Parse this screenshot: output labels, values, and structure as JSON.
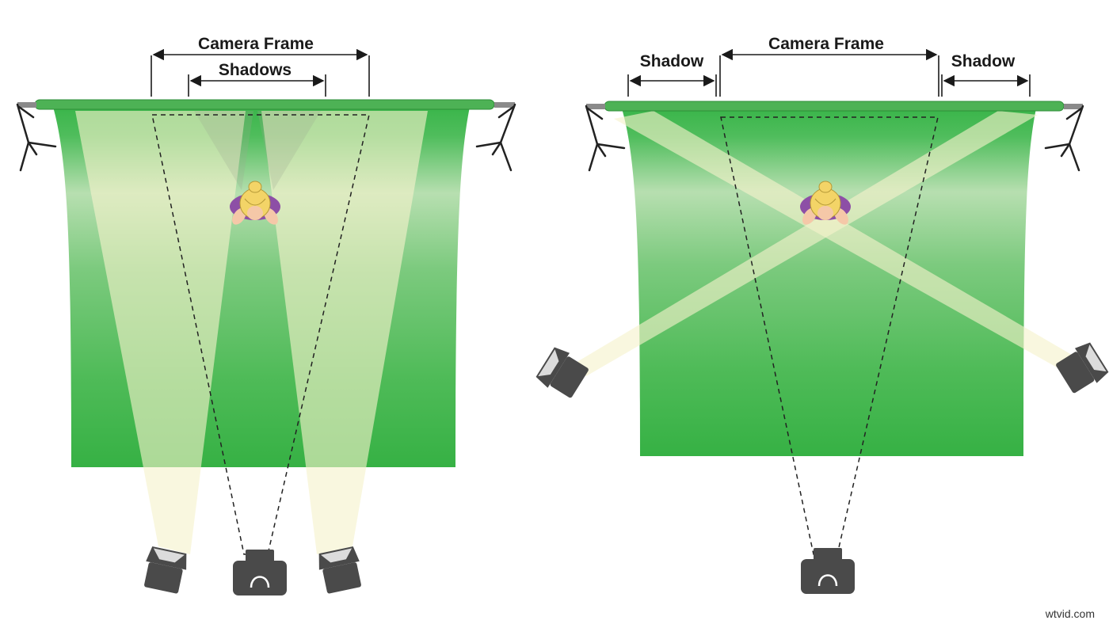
{
  "left_diagram": {
    "camera_frame_label": "Camera Frame",
    "shadows_label": "Shadows"
  },
  "right_diagram": {
    "camera_frame_label": "Camera Frame",
    "shadow_left_label": "Shadow",
    "shadow_right_label": "Shadow"
  },
  "watermark": "wtvid.com",
  "colors": {
    "green_screen_dark": "#3ab54a",
    "green_screen_light": "#b7dfb0",
    "light_beam": "#f6f2cc",
    "equipment": "#4a4a4a",
    "subject_hair": "#f3d467",
    "subject_shirt": "#8d4fa6"
  }
}
